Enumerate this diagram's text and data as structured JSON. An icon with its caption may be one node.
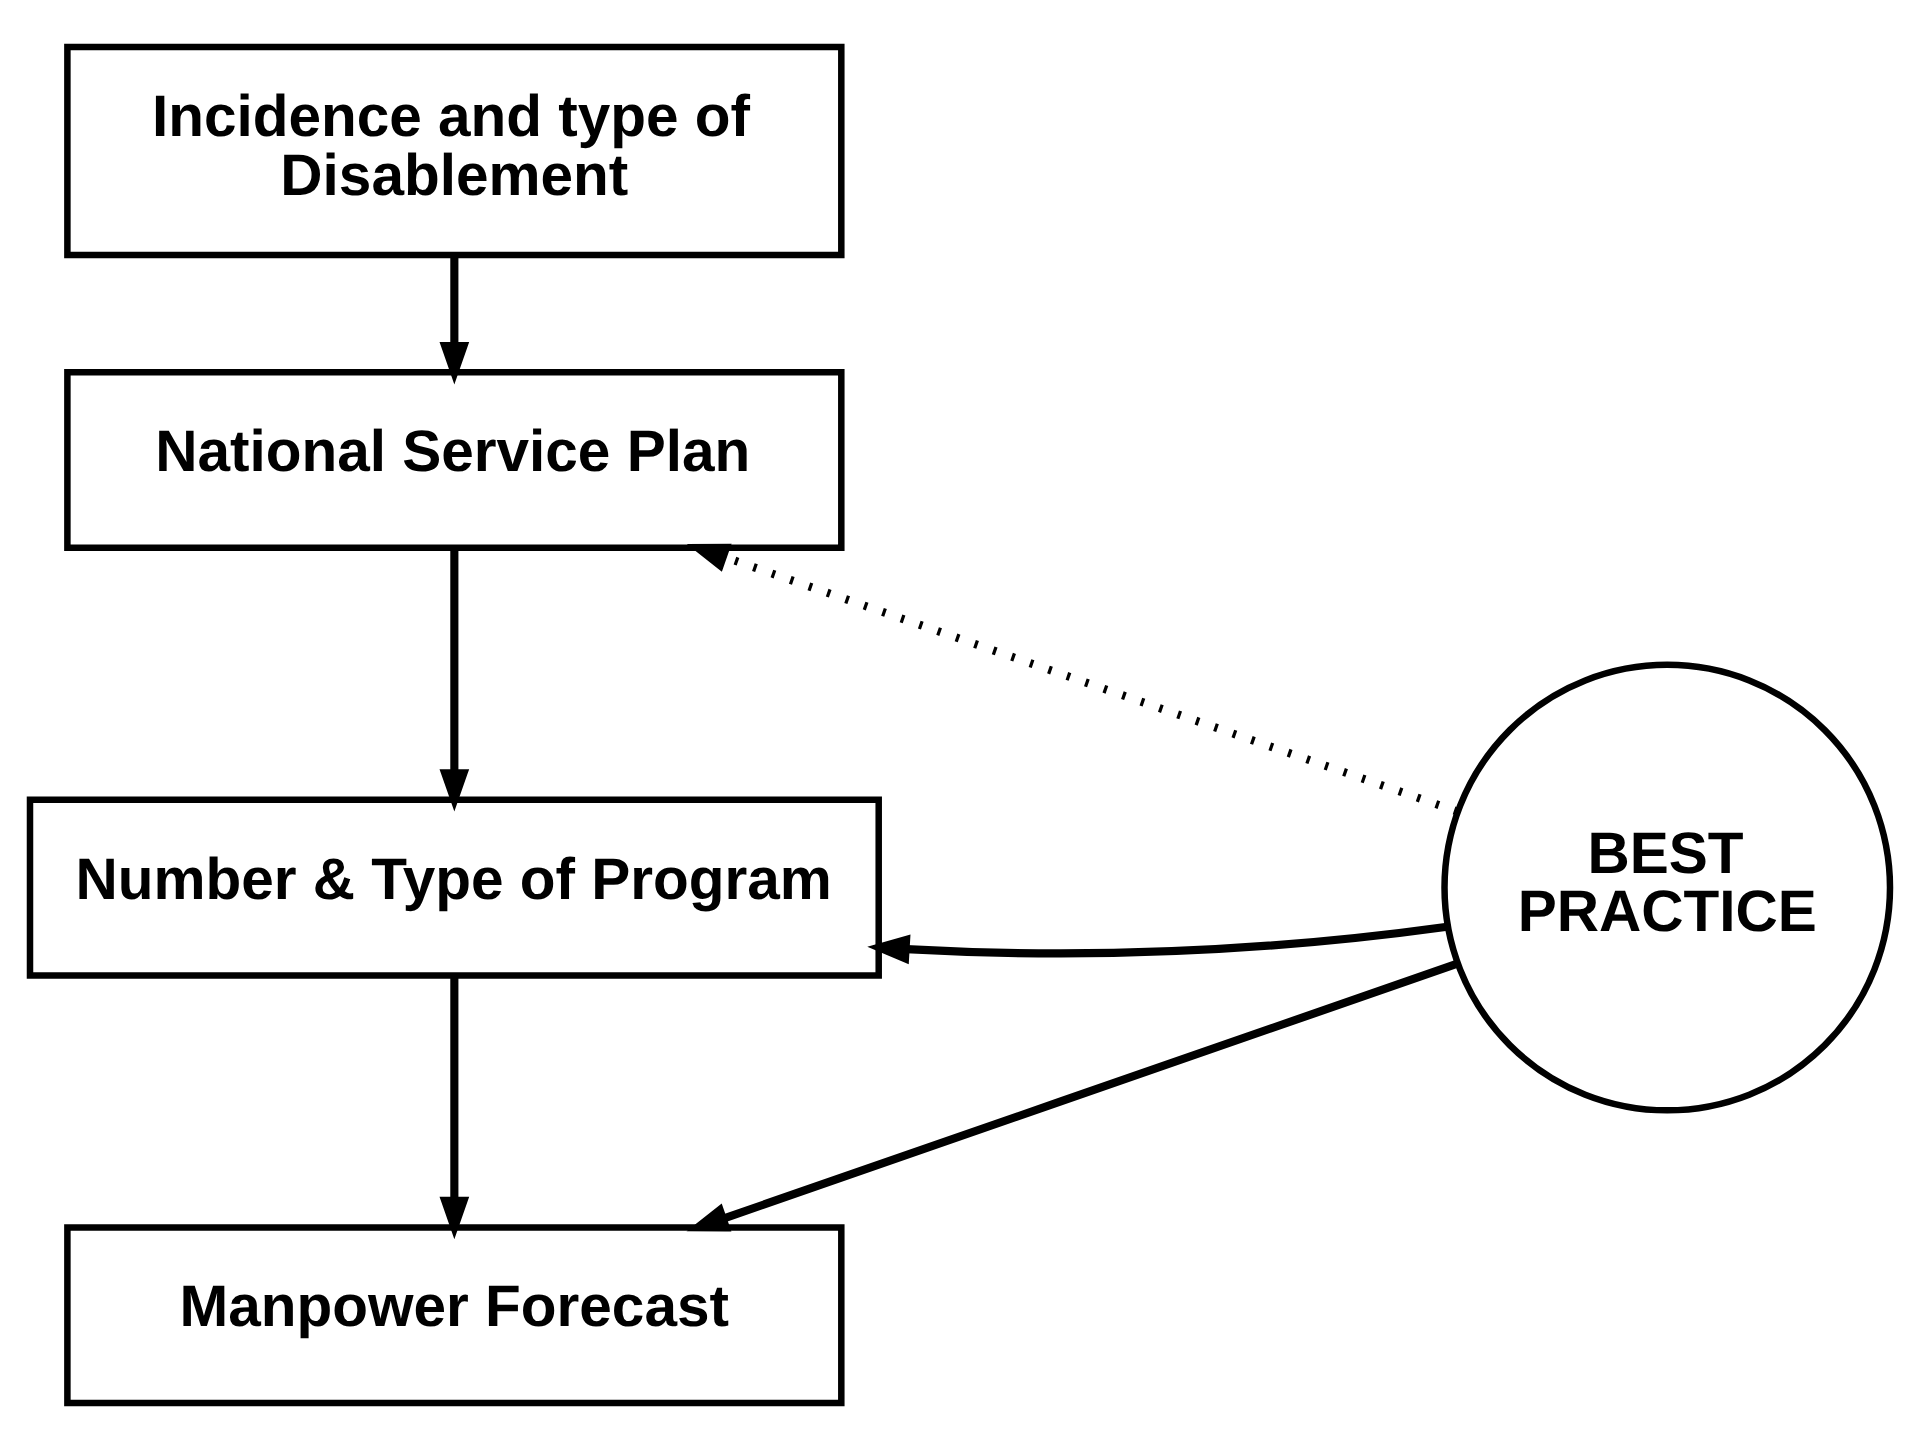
{
  "diagram": {
    "nodes": [
      {
        "text": [
          "Incidence and type of Disablement"
        ]
      },
      {
        "text": [
          "National Service Plan"
        ]
      },
      {
        "text": [
          "Number & Type of Program"
        ]
      },
      {
        "text": [
          "Manpower Forecast"
        ]
      },
      {
        "text": [
          "BEST PRACTICE"
        ]
      }
    ],
    "edges": [
      {
        "from": 0,
        "to": 1,
        "arrow": "to"
      },
      {
        "from": 1,
        "to": 2,
        "arrow": "to"
      },
      {
        "from": 2,
        "to": 3,
        "arrow": "to"
      },
      {
        "from": 4,
        "to": 1,
        "arrow": "to",
        "style": "dashed"
      },
      {
        "from": 4,
        "to": 2,
        "arrow": "to"
      },
      {
        "from": 4,
        "to": 3,
        "arrow": "to"
      }
    ]
  }
}
